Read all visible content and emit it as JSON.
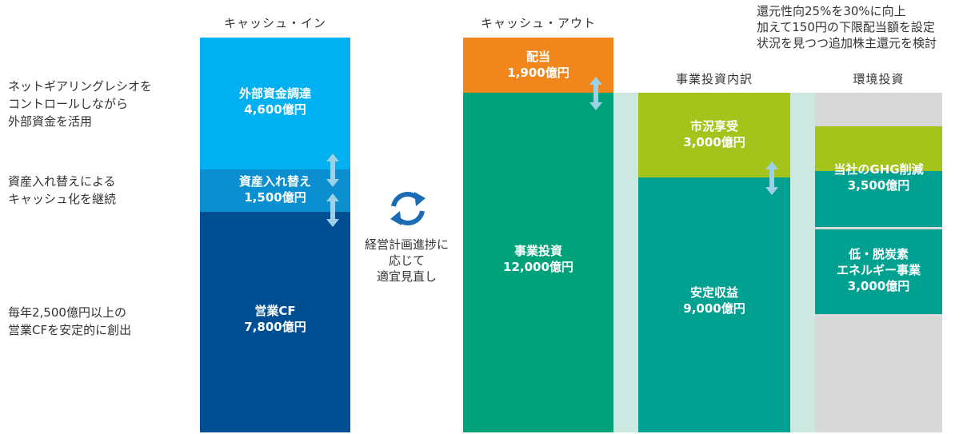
{
  "headers": {
    "cash_in": "キャッシュ・イン",
    "cash_out": "キャッシュ・アウト",
    "business_breakdown": "事業投資内訳",
    "environment": "環境投資"
  },
  "side_notes": {
    "external_funding": [
      "ネットギアリングレシオを",
      "コントロールしながら",
      "外部資金を活用"
    ],
    "asset_replacement": [
      "資産入れ替えによる",
      "キャッシュ化を継続"
    ],
    "operating_cf": [
      "毎年2,500億円以上の",
      "営業CFを安定的に創出"
    ]
  },
  "top_right_note": [
    "還元性向25%を30%に向上",
    "加えて150円の下限配当額を設定",
    "状況を見つつ追加株主還元を検討"
  ],
  "middle_note": [
    "経営計画進捗に",
    "応じて",
    "適宜見直し"
  ],
  "blocks": {
    "external_funding": {
      "name": "外部資金調達",
      "value": "4,600億円"
    },
    "asset_replacement": {
      "name": "資産入れ替え",
      "value": "1,500億円"
    },
    "operating_cf": {
      "name": "営業CF",
      "value": "7,800億円"
    },
    "dividend": {
      "name": "配当",
      "value": "1,900億円"
    },
    "business_investment": {
      "name": "事業投資",
      "value": "12,000億円"
    },
    "market_benefit": {
      "name": "市況享受",
      "value": "3,000億円"
    },
    "stable_earnings": {
      "name": "安定収益",
      "value": "9,000億円"
    },
    "ghg_reduction": {
      "name": "当社のGHG削減",
      "value": "3,500億円"
    },
    "low_carbon": {
      "name": [
        "低・脱炭素",
        "エネルギー事業"
      ],
      "value": "3,000億円"
    }
  },
  "colors": {
    "external_funding": "#00b0f0",
    "asset_replacement": "#0c8fd0",
    "operating_cf": "#004f92",
    "dividend": "#f0861c",
    "investment": "#00a27a",
    "market_benefit": "#a4c41c",
    "env_teal": "#00a191",
    "light_teal": "#cde8e1",
    "env_grey": "#d8d8d8",
    "arrow": "#9fd1e6",
    "cycle_icon": "#1a6db5"
  },
  "icons": [
    "cycle-icon",
    "double-arrow-icon"
  ]
}
